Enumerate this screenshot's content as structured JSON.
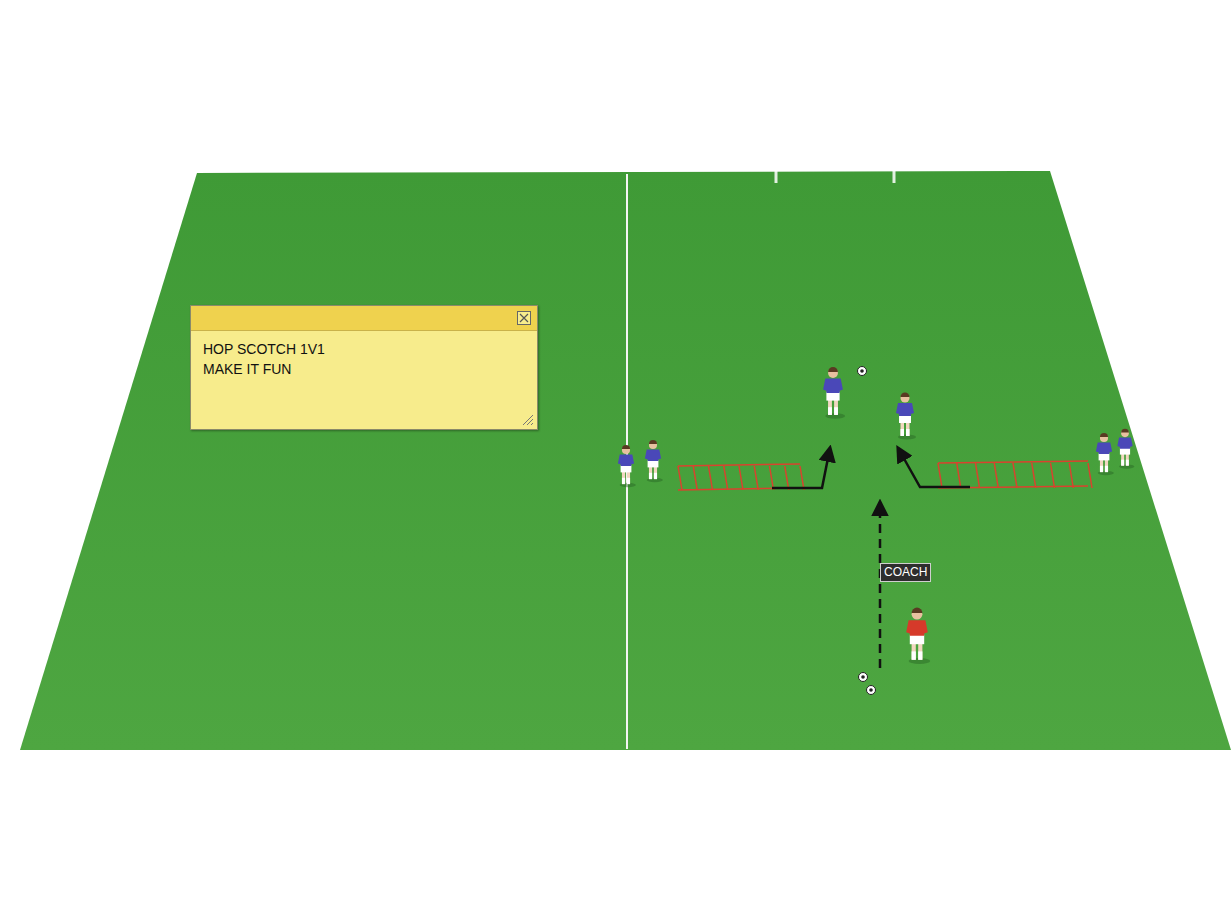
{
  "diagram": {
    "nodes": [
      {
        "text": [
          "HOP SCOTCH 1V1",
          "MAKE IT FUN"
        ]
      }
    ],
    "labels": [
      "COACH"
    ]
  }
}
